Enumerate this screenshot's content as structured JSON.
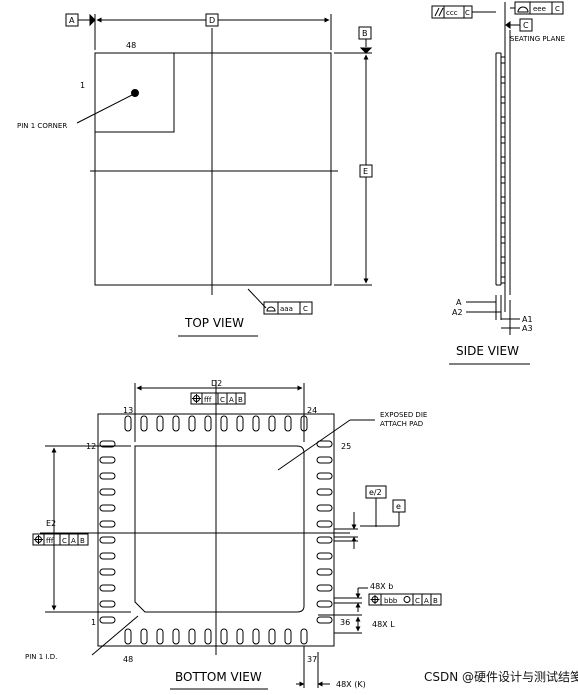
{
  "top_view": {
    "title": "TOP VIEW",
    "datum_a": "A",
    "datum_b": "B",
    "dim_d": "D",
    "dim_e": "E",
    "pin_48": "48",
    "pin_1": "1",
    "pin1_callout": "PIN 1 CORNER",
    "flatness_value": "aaa",
    "flatness_datum": "C"
  },
  "side_view": {
    "title": "SIDE VIEW",
    "parallel_value": "ccc",
    "parallel_datum": "C",
    "profile_value": "eee",
    "profile_datum": "C",
    "datum_c": "C",
    "seating_plane": "SEATING PLANE",
    "dim_a": "A",
    "dim_a2": "A2",
    "dim_a1": "A1",
    "dim_a3": "A3"
  },
  "bottom_view": {
    "title": "BOTTOM VIEW",
    "dim_d2": "D2",
    "dim_e2": "E2",
    "pos_fff": "fff",
    "datum_c": "C",
    "datum_a": "A",
    "datum_b": "B",
    "pin_13": "13",
    "pin_24": "24",
    "pin_12": "12",
    "pin_25": "25",
    "pin_1": "1",
    "pin_36": "36",
    "pin_48": "48",
    "pin_37": "37",
    "pad_callout_line1": "EXPOSED DIE",
    "pad_callout_line2": "ATTACH PAD",
    "pin1_id": "PIN 1 I.D.",
    "dim_e_half": "e/2",
    "dim_e": "e",
    "lead_width": "48X b",
    "bbb_value": "bbb",
    "lead_length": "48X L",
    "lead_pitch_k": "48X (K)"
  },
  "watermark": {
    "text": "CSDN @硬件设计与测试结笺铜厚"
  }
}
